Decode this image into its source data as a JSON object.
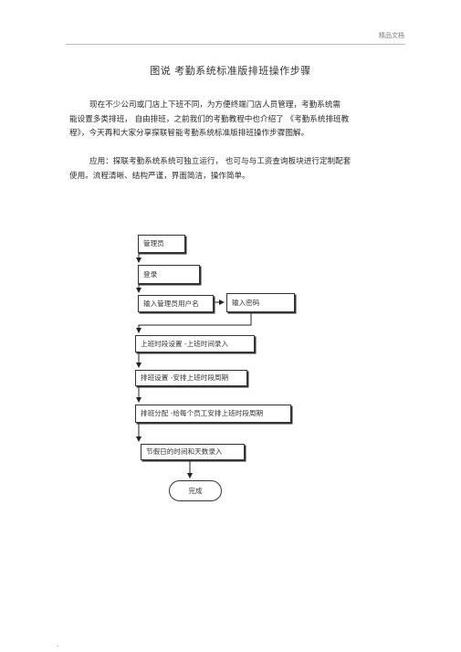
{
  "header": {
    "label": "精品文档"
  },
  "title": "图说  考勤系统标准版排班操作步骤",
  "intro": {
    "p1": [
      "现在不少公司或门店上下班不同，为方便终端门店人员管理，考勤系统需",
      "能设置多类排班，  自由排班，之前我们的考勤教程中也介绍了    《考勤系统排班教",
      "程》，今天再和大家分享探联智能考勤系统标准版排班操作步骤图解。"
    ],
    "p2": [
      "应用：探联考勤系统系统可独立运行，    也可与与工资查询板块进行定制配套",
      "使用。流程清晰、结构严谨，界面简洁，操作简单。"
    ]
  },
  "flowchart": {
    "steps": {
      "admin": "管理员",
      "login": "登录",
      "username": "输入管理员用户名",
      "password": "输入密码",
      "shift_time": "上班时段设置  -上班时间录入",
      "shift_setting": "排班设置 -安排上班时段周期",
      "shift_assign": "排班分配 -给每个员工安排上班时段周期",
      "holiday": "节假日的时间和天数录入",
      "done": "完成"
    }
  },
  "footer": {
    "mark": "."
  }
}
